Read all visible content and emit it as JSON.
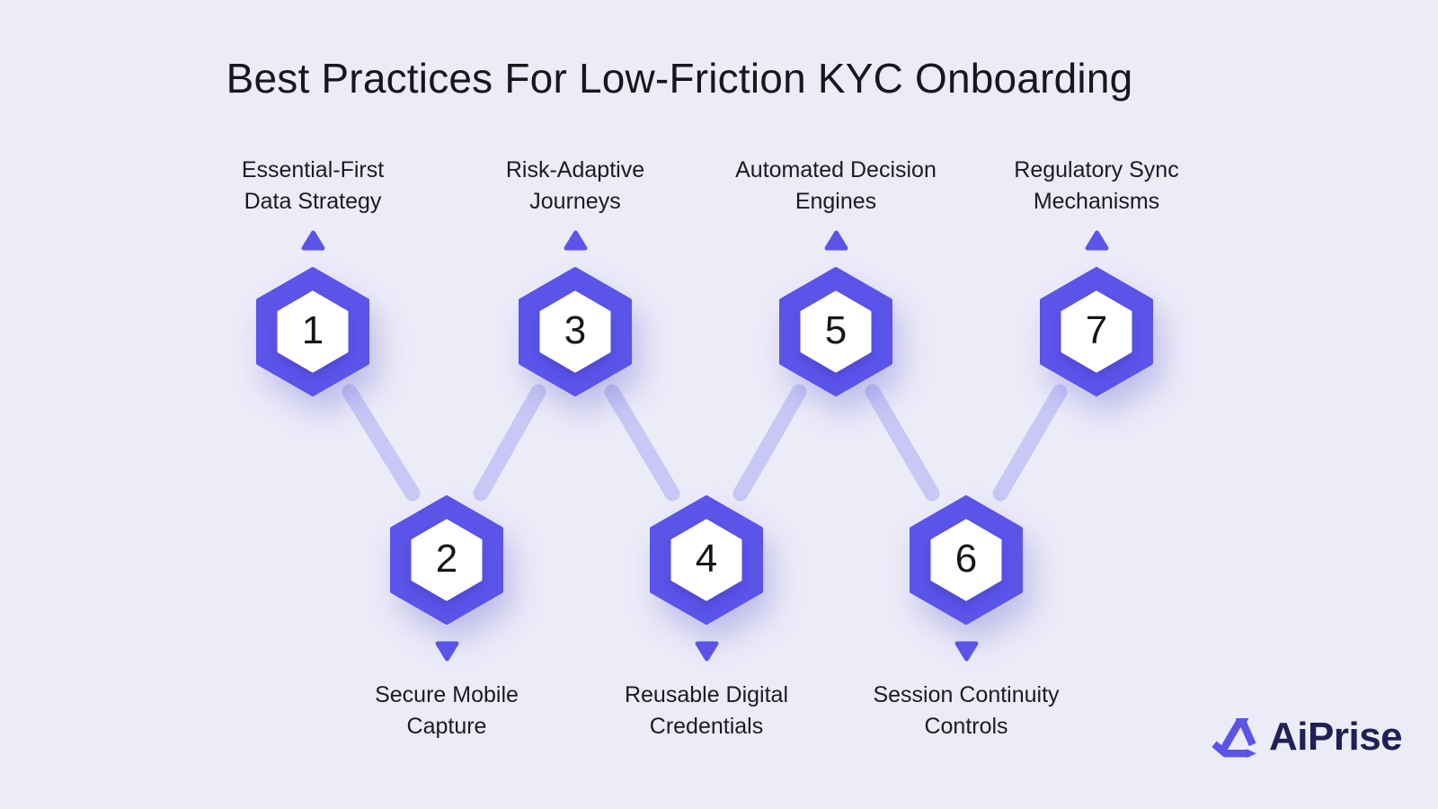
{
  "title": "Best Practices For Low-Friction KYC Onboarding",
  "brand": {
    "name": "AiPrise"
  },
  "colors": {
    "bg": "#ECEBF8",
    "accent": "#5A54E9",
    "connector": "#C7C8F5",
    "text": "#17171C",
    "logo-navy": "#221F55"
  },
  "steps": [
    {
      "number": "1",
      "row": "top",
      "label": "Essential-First Data Strategy",
      "label_lines": [
        "Essential-First",
        "Data Strategy"
      ]
    },
    {
      "number": "2",
      "row": "bottom",
      "label": "Secure Mobile Capture",
      "label_lines": [
        "Secure Mobile",
        "Capture"
      ]
    },
    {
      "number": "3",
      "row": "top",
      "label": "Risk-Adaptive Journeys",
      "label_lines": [
        "Risk-Adaptive",
        "Journeys"
      ]
    },
    {
      "number": "4",
      "row": "bottom",
      "label": "Reusable Digital Credentials",
      "label_lines": [
        "Reusable Digital",
        "Credentials"
      ]
    },
    {
      "number": "5",
      "row": "top",
      "label": "Automated Decision Engines",
      "label_lines": [
        "Automated Decision",
        "Engines"
      ]
    },
    {
      "number": "6",
      "row": "bottom",
      "label": "Session Continuity Controls",
      "label_lines": [
        "Session Continuity",
        "Controls"
      ]
    },
    {
      "number": "7",
      "row": "top",
      "label": "Regulatory Sync Mechanisms",
      "label_lines": [
        "Regulatory Sync",
        "Mechanisms"
      ]
    }
  ]
}
